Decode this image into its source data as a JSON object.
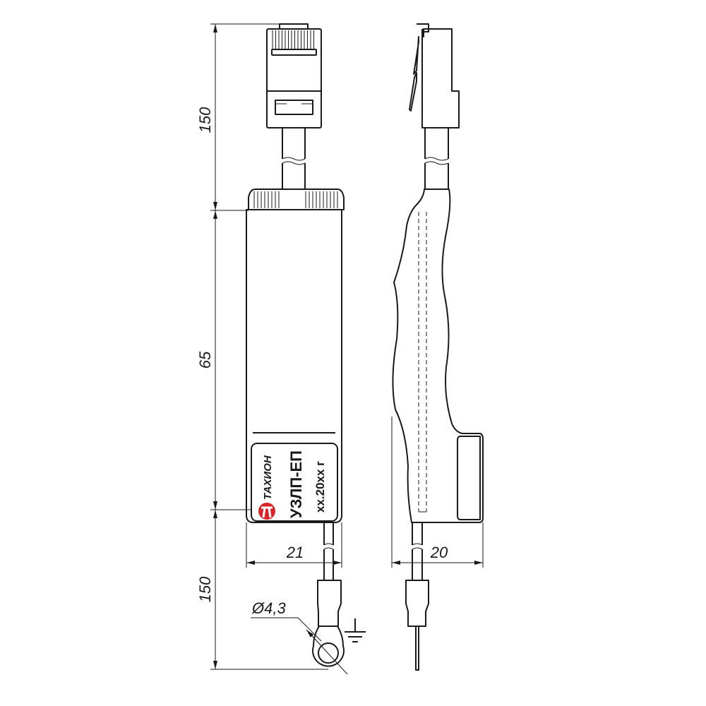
{
  "dimensions": {
    "top_cable_length": "150",
    "body_length": "65",
    "bottom_cable_length": "150",
    "body_width_front": "21",
    "body_width_side": "20",
    "ring_diameter": "Ø4,3"
  },
  "label": {
    "brand": "ТАХИОН",
    "model": "УЗЛП-ЕП",
    "date": "хх.20хх г"
  },
  "colors": {
    "line": "#1a1a1a",
    "brand_red": "#d7262b"
  },
  "icons": [
    "ground-symbol-icon",
    "tachion-logo-icon"
  ]
}
